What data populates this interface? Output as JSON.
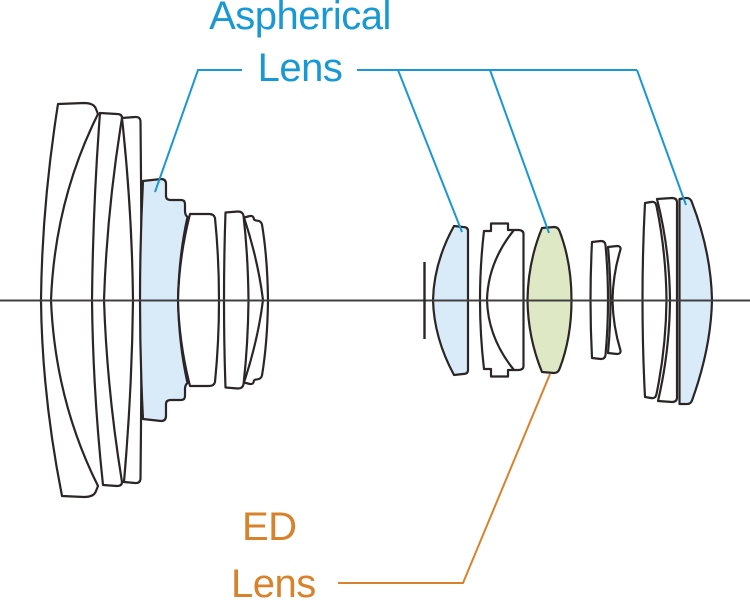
{
  "labels": {
    "aspherical": {
      "line1": "Aspherical",
      "line2": "Lens"
    },
    "ed": {
      "line1": "ED",
      "line2": "Lens"
    }
  },
  "colors": {
    "background": "#ffffff",
    "outline": "#2b2526",
    "axis": "#404040",
    "aspherical-accent": "#1898d4",
    "aspherical-fill": "#d9ebf8",
    "ed-accent": "#d9822c",
    "ed-fill": "#dfe8c4"
  },
  "legend": {
    "aspherical_highlight_count": "4",
    "ed_highlight_count": "1"
  }
}
